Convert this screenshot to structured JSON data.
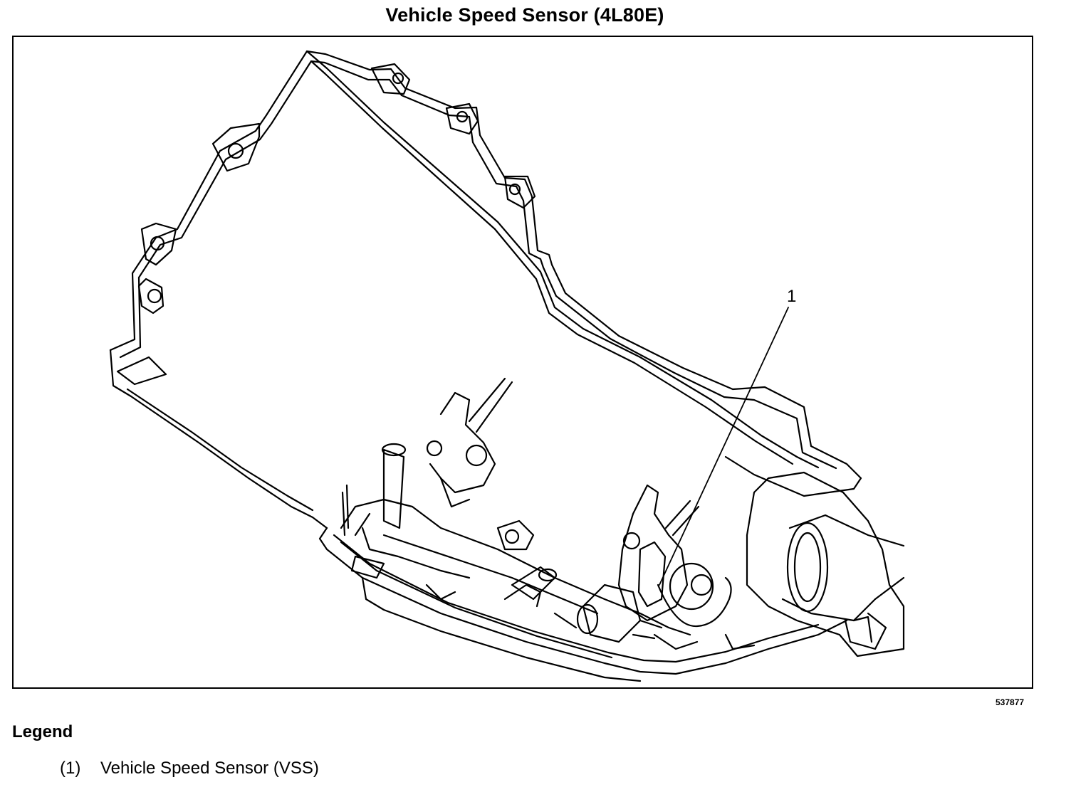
{
  "title": "Vehicle Speed Sensor (4L80E)",
  "figure_id": "537877",
  "callouts": [
    {
      "label": "1"
    }
  ],
  "legend": {
    "heading": "Legend",
    "items": [
      {
        "number": "(1)",
        "text": "Vehicle Speed Sensor (VSS)"
      }
    ]
  }
}
